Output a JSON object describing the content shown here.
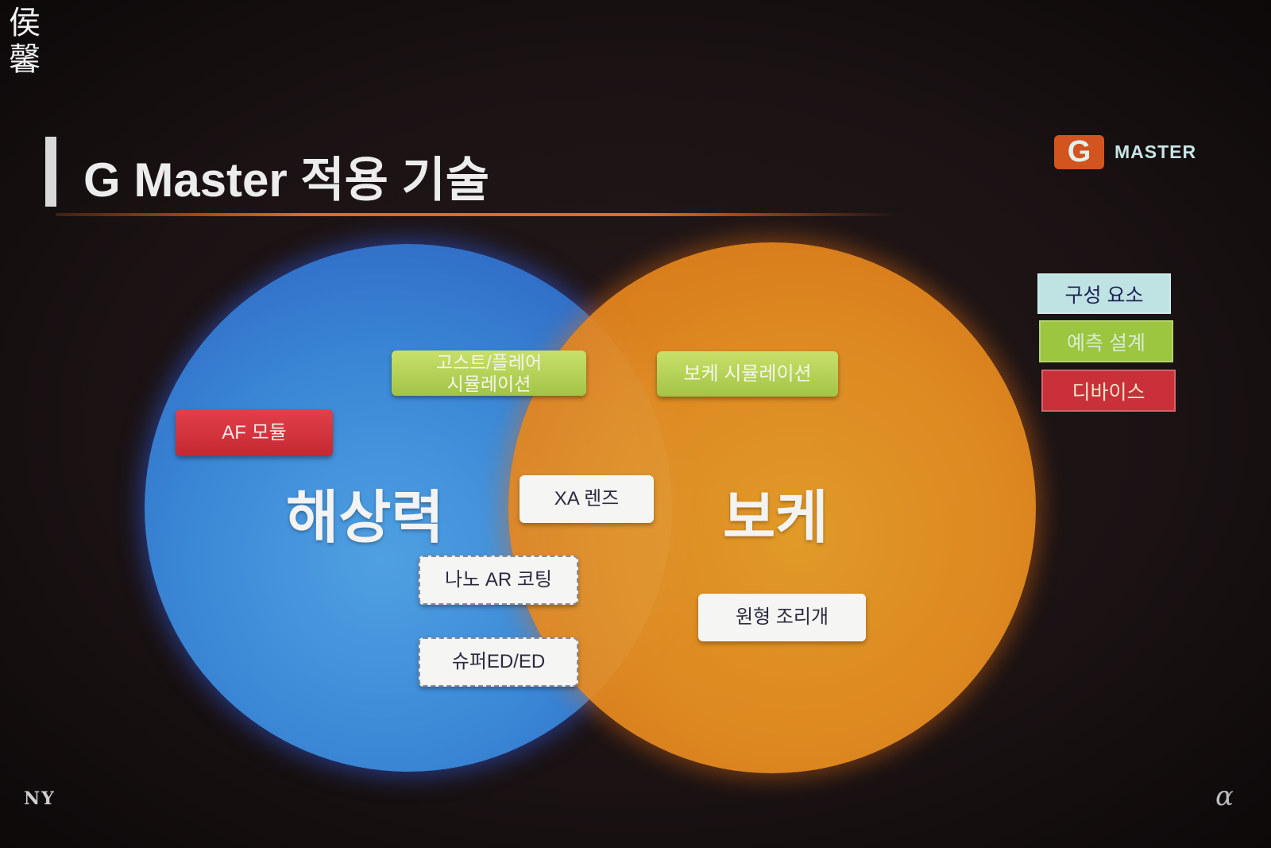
{
  "watermark": "侯馨",
  "title": "G Master 적용 기술",
  "logo": {
    "letter": "G",
    "text": "MASTER"
  },
  "venn": {
    "left_circle": {
      "label": "해상력",
      "color": "#3b88d6"
    },
    "right_circle": {
      "label": "보케",
      "color": "#ec9222"
    }
  },
  "items": {
    "ghost_flare": "고스트/플레어\n시뮬레이션",
    "bokeh_sim": "보케 시뮬레이션",
    "af_module": "AF 모듈",
    "xa_lens": "XA 렌즈",
    "nano_ar": "나노 AR 코팅",
    "super_ed": "슈퍼ED/ED",
    "round_aperture": "원형 조리개"
  },
  "legend": [
    {
      "label": "구성 요소",
      "color": "#bfe3e3"
    },
    {
      "label": "예측 설계",
      "color": "#9cc540"
    },
    {
      "label": "디바이스",
      "color": "#c9303a"
    }
  ],
  "footer": {
    "brand": "NY",
    "alpha": "α"
  }
}
